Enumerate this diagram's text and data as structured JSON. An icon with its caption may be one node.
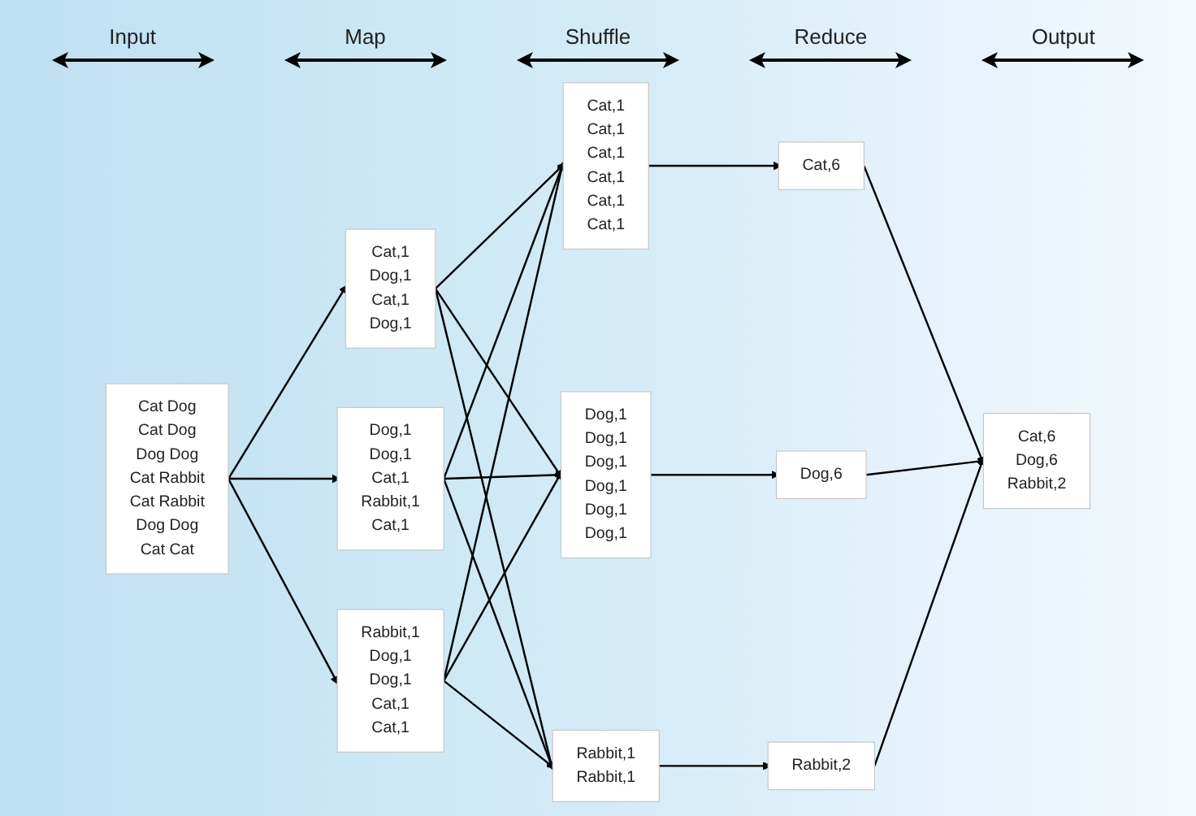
{
  "diagram": {
    "nodes": [
      {
        "text": [
          "Cat Dog",
          "Cat Dog",
          "Dog Dog",
          "Cat Rabbit",
          "Cat Rabbit",
          "Dog Dog",
          "Cat Cat"
        ]
      },
      {
        "text": [
          "Cat,1",
          "Dog,1",
          "Cat,1",
          "Dog,1"
        ]
      },
      {
        "text": [
          "Dog,1",
          "Dog,1",
          "Cat,1",
          "Rabbit,1",
          "Cat,1"
        ]
      },
      {
        "text": [
          "Rabbit,1",
          "Dog,1",
          "Dog,1",
          "Cat,1",
          "Cat,1"
        ]
      },
      {
        "text": [
          "Cat,1",
          "Cat,1",
          "Cat,1",
          "Cat,1",
          "Cat,1",
          "Cat,1"
        ]
      },
      {
        "text": [
          "Dog,1",
          "Dog,1",
          "Dog,1",
          "Dog,1",
          "Dog,1",
          "Dog,1"
        ]
      },
      {
        "text": [
          "Rabbit,1",
          "Rabbit,1"
        ]
      },
      {
        "text": [
          "Cat,6"
        ]
      },
      {
        "text": [
          "Dog,6"
        ]
      },
      {
        "text": [
          "Rabbit,2"
        ]
      },
      {
        "text": [
          "Cat,6",
          "Dog,6",
          "Rabbit,2"
        ]
      }
    ],
    "edges": [
      {
        "from": 0,
        "to": 1,
        "arrow": "to"
      },
      {
        "from": 0,
        "to": 2,
        "arrow": "to"
      },
      {
        "from": 0,
        "to": 3,
        "arrow": "to"
      },
      {
        "from": 1,
        "to": 4,
        "arrow": "to"
      },
      {
        "from": 1,
        "to": 5,
        "arrow": "to"
      },
      {
        "from": 1,
        "to": 6,
        "arrow": "to"
      },
      {
        "from": 2,
        "to": 4,
        "arrow": "to"
      },
      {
        "from": 2,
        "to": 5,
        "arrow": "to"
      },
      {
        "from": 2,
        "to": 6,
        "arrow": "to"
      },
      {
        "from": 3,
        "to": 4,
        "arrow": "to"
      },
      {
        "from": 3,
        "to": 5,
        "arrow": "to"
      },
      {
        "from": 3,
        "to": 6,
        "arrow": "to"
      },
      {
        "from": 4,
        "to": 7,
        "arrow": "to"
      },
      {
        "from": 5,
        "to": 8,
        "arrow": "to"
      },
      {
        "from": 6,
        "to": 9,
        "arrow": "to"
      },
      {
        "from": 7,
        "to": 10,
        "arrow": "to"
      },
      {
        "from": 8,
        "to": 10,
        "arrow": "to"
      },
      {
        "from": 9,
        "to": 10,
        "arrow": "to"
      }
    ],
    "labels": [
      "Input",
      "Map",
      "Shuffle",
      "Reduce",
      "Output"
    ]
  }
}
